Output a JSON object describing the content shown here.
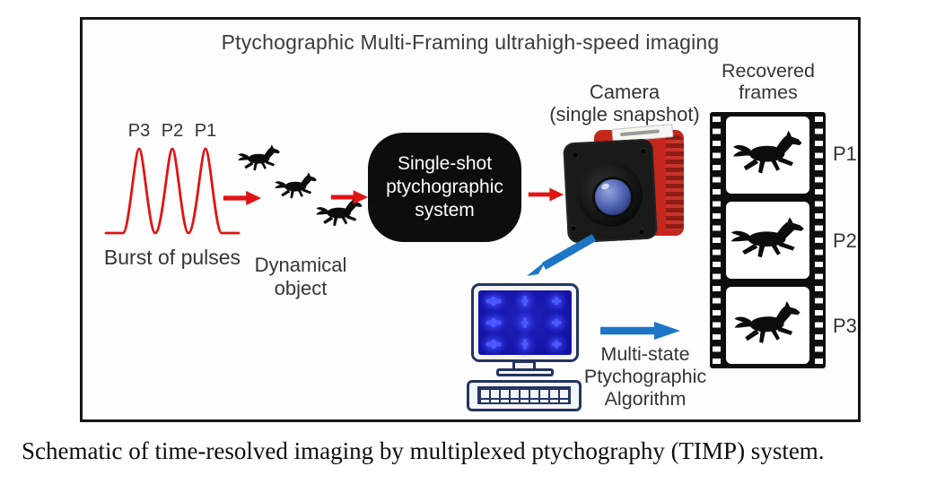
{
  "colors": {
    "red": "#e11414",
    "blue": "#1d76c5",
    "box_black": "#0d0d0d",
    "film_black": "#0e0e0e",
    "camera_red": "#c5271d",
    "monitor_navy": "#253561",
    "screen_blue": "#1414a4",
    "pattern_blue": "#4b5aff",
    "text": "#353535"
  },
  "diagram": {
    "title": "Ptychographic Multi-Framing ultrahigh-speed imaging",
    "pulses": {
      "labels": [
        "P3",
        "P2",
        "P1"
      ],
      "caption": "Burst of pulses"
    },
    "dynamical_object": {
      "line1": "Dynamical",
      "line2": "object"
    },
    "system_box": {
      "line1": "Single-shot",
      "line2": "ptychographic",
      "line3": "system"
    },
    "camera": {
      "line1": "Camera",
      "line2": "(single snapshot)"
    },
    "recovered": {
      "line1": "Recovered",
      "line2": "frames"
    },
    "algorithm": {
      "line1": "Multi-state",
      "line2": "Ptychographic",
      "line3": "Algorithm"
    },
    "frames": [
      {
        "label": "P1"
      },
      {
        "label": "P2"
      },
      {
        "label": "P3"
      }
    ]
  },
  "caption": "Schematic of time-resolved imaging by multiplexed ptychography (TIMP) system."
}
